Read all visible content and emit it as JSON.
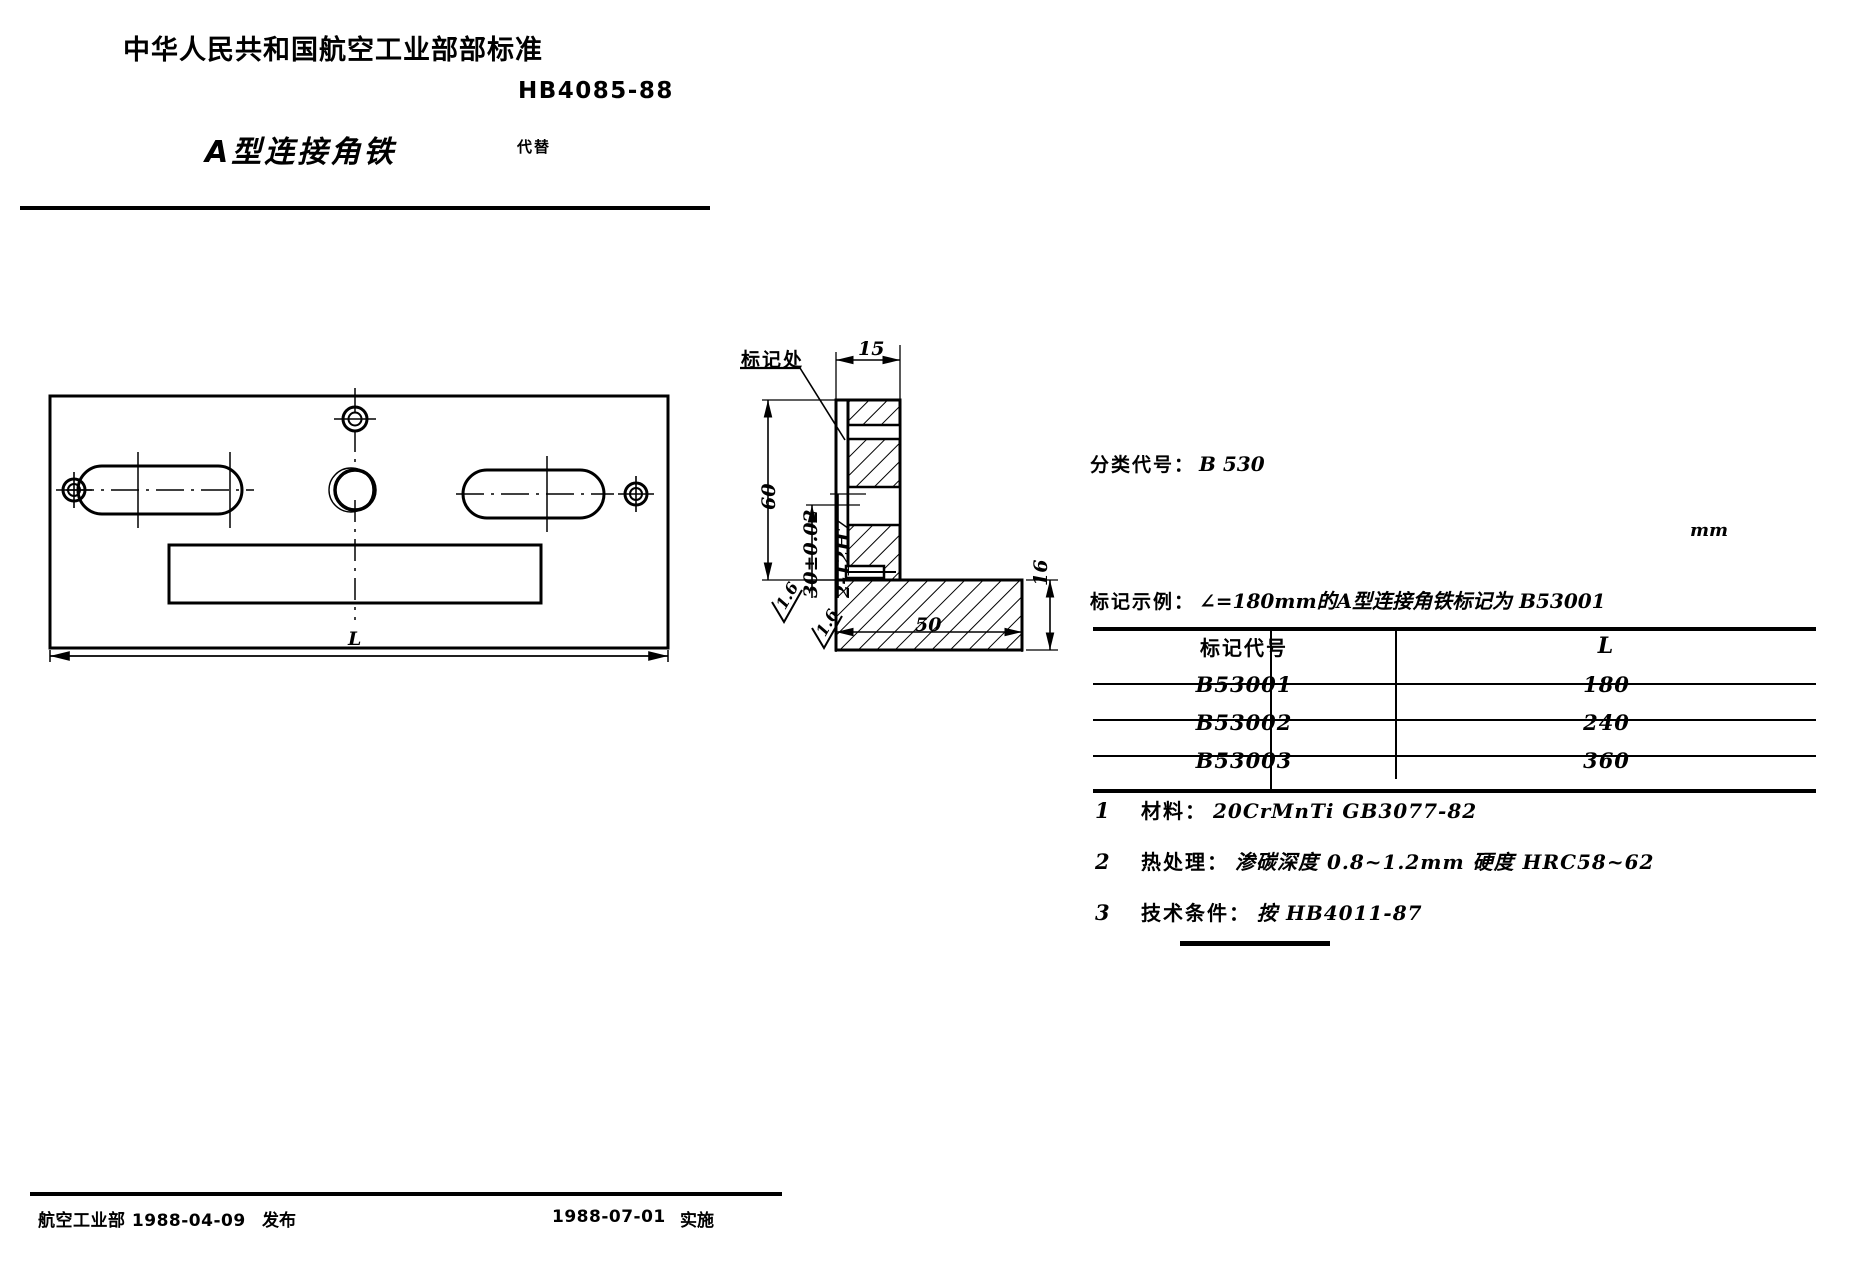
{
  "header": {
    "organization": "中华人民共和国航空工业部部标准",
    "standard_number": "HB4085-88",
    "part_title": "A型连接角铁",
    "replaces_label": "代替"
  },
  "footer": {
    "issuer": "航空工业部 1988-04-09",
    "publish_label": "发布",
    "effective_date": "1988-07-01",
    "implement_label": "实施"
  },
  "classification": {
    "label": "分类代号：",
    "value": "B 530"
  },
  "marking_example": {
    "label": "标记示例：",
    "value": "∠=180mm的A型连接角铁标记为 B53001"
  },
  "spec_table": {
    "unit": "mm",
    "columns": [
      "标记代号",
      "L"
    ],
    "rows": [
      {
        "code": "B53001",
        "L": "180"
      },
      {
        "code": "B53002",
        "L": "240"
      },
      {
        "code": "B53003",
        "L": "360"
      }
    ]
  },
  "notes": [
    {
      "no": "1",
      "label": "材料：",
      "value": "20CrMnTi   GB3077-82"
    },
    {
      "no": "2",
      "label": "热处理：",
      "value": "渗碳深度 0.8~1.2mm 硬度 HRC58~62"
    },
    {
      "no": "3",
      "label": "技术条件：",
      "value": "按 HB4011-87"
    }
  ],
  "front_view": {
    "length_dim": "L"
  },
  "section_view": {
    "callout": "标记处",
    "top_width": "15",
    "height": "60",
    "bore_dim": "30±0.02",
    "bore_spec": "2-12H7",
    "base_length": "50",
    "base_thickness": "16",
    "roughness_1": "1.6",
    "roughness_2": "1.6"
  }
}
